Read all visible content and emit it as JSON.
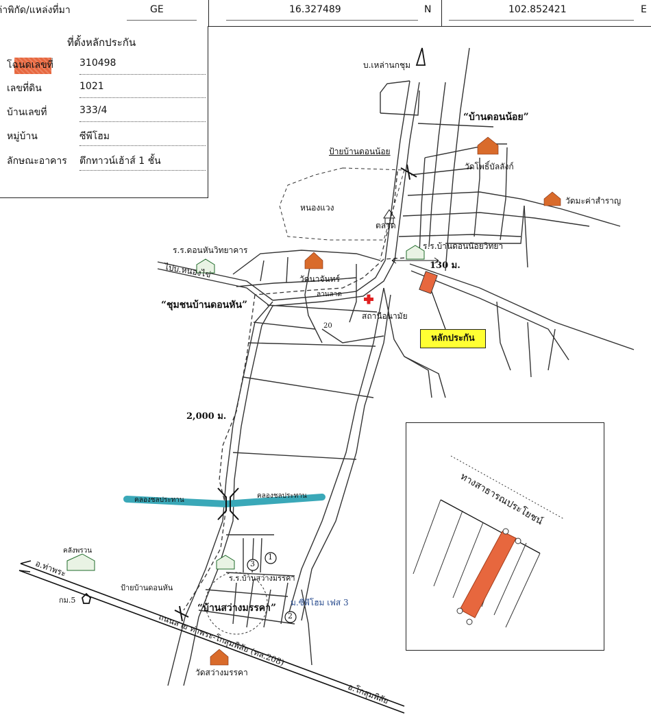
{
  "header": {
    "label": "ค่าพิกัด/แหล่งที่มา",
    "source": "GE",
    "lat": "16.327489",
    "lat_dir": "N",
    "lon": "102.852421",
    "lon_dir": "E"
  },
  "legend": {
    "label": "ที่ตั้งหลักประกัน",
    "color": "#e7673e"
  },
  "info": [
    {
      "label": "โฉนดเลขที่",
      "value": "310498"
    },
    {
      "label": "เลขที่ดิน",
      "value": "1021"
    },
    {
      "label": "บ้านเลขที่",
      "value": "333/4"
    },
    {
      "label": "หมู่บ้าน",
      "value": "ซีพีโฮม"
    },
    {
      "label": "ลักษณะอาคาร",
      "value": "ตึกทาวน์เฮ้าส์ 1 ชั้น"
    }
  ],
  "map": {
    "village_north": "บ.เหล่านกชุม",
    "ban_don_noi": "“บ้านดอนน้อย”",
    "sign_don_noi": "ป้ายบ้านดอนน้อย",
    "wat_pho_ban_lang": "วัดโพธิ์บัลลังก์",
    "wat_maha_saran": "วัดมะค่าสำราญ",
    "nong_waeng": "หนองแวง",
    "market": "ตลาด",
    "school_don_han": "ร.ร.ดอนหันวิทยาคาร",
    "school_don_noi": "ร.ร.บ้านดอนน้อยวิทยา",
    "dist_130": "130 ม.",
    "wat_nong_chan": "วัดนาจันทร์",
    "to_nong_khai": "ไปบ.หนองไข่",
    "community_don_han": "“ชุมชนบ้านดอนหัน”",
    "health_station": "สถานีอนามัย",
    "lan_lak": "ลานลาด",
    "num_20": "20",
    "collateral": "หลักประกัน",
    "dist_2000": "2,000 ม.",
    "canal_left": "คลองชลประทาน",
    "canal_right": "คลองชลประทาน",
    "school_sawang": "ร.ร.บ้านสว่างมรรคา",
    "sign_don_han": "ป้ายบ้านดอนหัน",
    "ban_sawang": "“บ้านสว่างมรรคา”",
    "cp_home": "ม.ซีพีโฮม เฟส 3",
    "wat_sawang": "วัดสว่างมรรคา",
    "road_main": "ถนนสาย ท่าพระ-โกสุมพิสัย (ทล.208)",
    "to_kosum": "อ.โกสุมพิสัย",
    "to_tha_phra": "อ.ท่าพระ",
    "warehouse": "คลังพรวน",
    "km5": "กม.5",
    "circle_1": "1",
    "circle_2": "2",
    "circle_3": "3"
  },
  "inset": {
    "road_label": "ทางสาธารณประโยชน์"
  }
}
